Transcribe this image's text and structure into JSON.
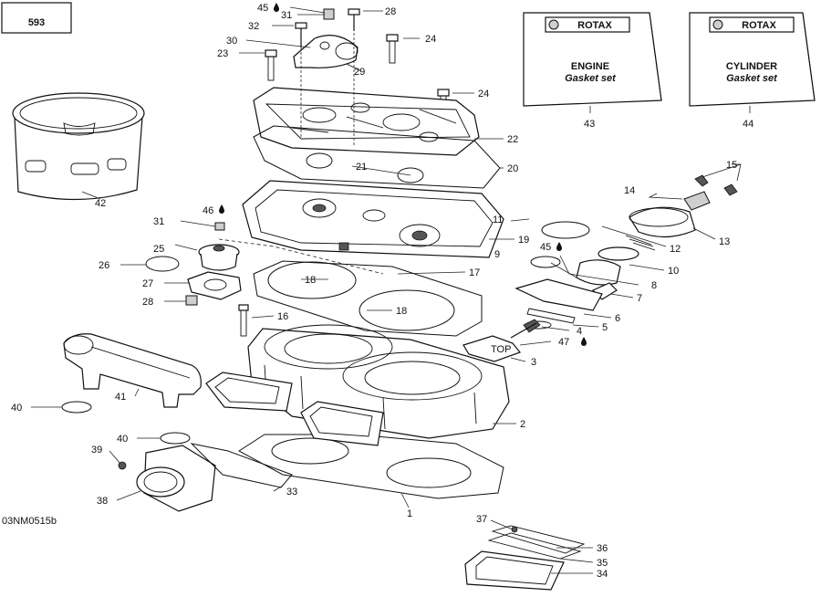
{
  "page_number": "593",
  "diagram_code": "03NM0515b",
  "kits": [
    {
      "brand": "ROTAX",
      "title": "ENGINE",
      "subtitle": "Gasket set",
      "ref": "43"
    },
    {
      "brand": "ROTAX",
      "title": "CYLINDER",
      "subtitle": "Gasket set",
      "ref": "44"
    }
  ],
  "callouts": {
    "c1": "1",
    "c2": "2",
    "c3": "3",
    "c4": "4",
    "c5": "5",
    "c6": "6",
    "c7": "7",
    "c8": "8",
    "c9": "9",
    "c10": "10",
    "c11": "11",
    "c12": "12",
    "c13": "13",
    "c14": "14",
    "c15": "15",
    "c16": "16",
    "c17": "17",
    "c18a": "18",
    "c18b": "18",
    "c19": "19",
    "c20": "20",
    "c21": "21",
    "c22": "22",
    "c23": "23",
    "c24a": "24",
    "c24b": "24",
    "c25": "25",
    "c26": "26",
    "c27": "27",
    "c28a": "28",
    "c28b": "28",
    "c29": "29",
    "c30": "30",
    "c31a": "31",
    "c31b": "31",
    "c32": "32",
    "c33": "33",
    "c34": "34",
    "c35": "35",
    "c36": "36",
    "c37": "37",
    "c38": "38",
    "c39": "39",
    "c40a": "40",
    "c40b": "40",
    "c41": "41",
    "c42": "42",
    "c45a": "45",
    "c45b": "45",
    "c46": "46",
    "c47": "47"
  },
  "piston_marking": "TOP",
  "icons": {
    "lubricant": "oil-drop-icon",
    "brand_logo": "rotax-logo-icon"
  },
  "colors": {
    "ink": "#111111",
    "paper": "#ffffff",
    "shade": "#cfcfcf"
  }
}
